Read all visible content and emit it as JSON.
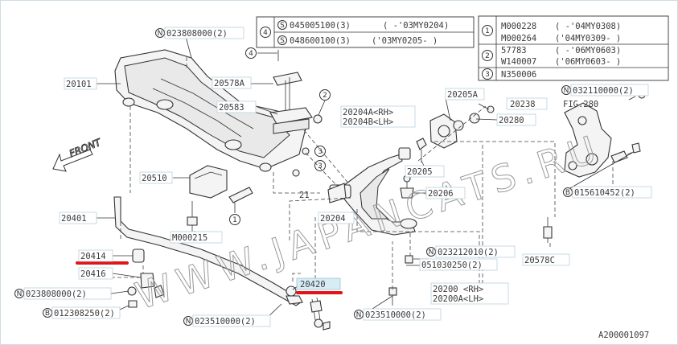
{
  "diagram_code": "A200001097",
  "watermark": "WWW.JAPANCATS.RU",
  "front_label": "FRONT",
  "callouts": {
    "c1": "1",
    "c2": "2",
    "c3": "3",
    "c4": "4",
    "s": "S",
    "n": "N",
    "b": "B"
  },
  "table_left": {
    "ref": "4",
    "rows": [
      {
        "part": "045005100(3)",
        "note": "( -'03MY0204)"
      },
      {
        "part": "048600100(3)",
        "note": "('03MY0205- )"
      }
    ]
  },
  "table_right": {
    "groups": [
      {
        "ref": "1",
        "rows": [
          {
            "part": "M000228",
            "note": "( -'04MY0308)"
          },
          {
            "part": "M000264",
            "note": "('04MY0309- )"
          }
        ]
      },
      {
        "ref": "2",
        "rows": [
          {
            "part": "57783",
            "note": "( -'06MY0603)"
          },
          {
            "part": "W140007",
            "note": "('06MY0603- )"
          }
        ]
      },
      {
        "ref": "3",
        "rows": [
          {
            "part": "N350006",
            "note": ""
          }
        ]
      }
    ]
  },
  "labels": {
    "p20101": "20101",
    "p20578a": "20578A",
    "p20583": "20583",
    "p20510": "20510",
    "p20401": "20401",
    "pM000215": "M000215",
    "p20414": "20414",
    "p20416": "20416",
    "n023808000_top": "023808000(2)",
    "n023808000_bottom": "023808000(2)",
    "b012308250": "012308250(2)",
    "n023510000_left": "023510000(2)",
    "p20420": "20420",
    "n023510000_right": "023510000(2)",
    "p20204": "20204",
    "p21": "21",
    "p20204a_rh": "20204A<RH>",
    "p20204_lh": "20204B<LH>",
    "p20205a": "20205A",
    "p20238": "20238",
    "p20280": "20280",
    "p20205": "20205",
    "p20206": "20206",
    "n023212010": "023212010(2)",
    "p051030250": "051030250(2)",
    "p20200_rh": "20200 <RH>",
    "p20200a_lh": "20200A<LH>",
    "p20578c": "20578C",
    "n032110000": "032110000(2)",
    "fig280": "FIG.280",
    "b015610452": "015610452(2)"
  }
}
